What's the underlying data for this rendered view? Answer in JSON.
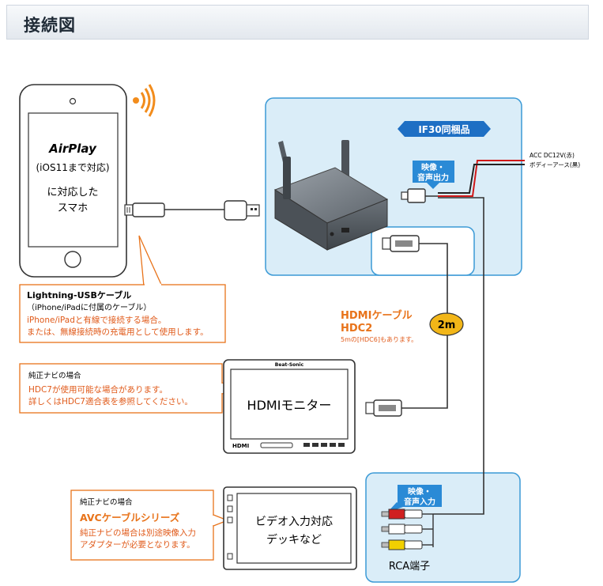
{
  "header": {
    "title": "接続図"
  },
  "phone": {
    "airplay": "AirPlay",
    "ios": "(iOS11まで対応)",
    "line1": "に対応した",
    "line2": "スマホ"
  },
  "lightning_box": {
    "title": "Lightning-USBケーブル",
    "sub": "（iPhone/iPadに付属のケーブル）",
    "note1": "iPhone/iPadと有線で接続する場合。",
    "note2": "または、無線接続時の充電用として使用します。"
  },
  "device": {
    "bundle_badge": "IF30同梱品",
    "out_line1": "映像・",
    "out_line2": "音声出力"
  },
  "power": {
    "acc": "ACC DC12V(赤)",
    "ground": "ボディーアース(黒)"
  },
  "hdmi_cable": {
    "title1": "HDMIケーブル",
    "title2": "HDC2",
    "note": "5mの[HDC6]もあります。",
    "length": "2m"
  },
  "hdmi_box": {
    "title": "純正ナビの場合",
    "note1": "HDC7が使用可能な場合があります。",
    "note2": "詳しくはHDC7適合表を参照してください。"
  },
  "monitor": {
    "brand": "Beat-Sonic",
    "label": "HDMIモニター",
    "logo": "HDMI"
  },
  "avc_box": {
    "title": "純正ナビの場合",
    "series": "AVCケーブルシリーズ",
    "note1": "純正ナビの場合は別途映像入力",
    "note2": "アダプターが必要となります。"
  },
  "deck": {
    "line1": "ビデオ入力対応",
    "line2": "デッキなど"
  },
  "rca": {
    "in_line1": "映像・",
    "in_line2": "音声入力",
    "label": "RCA端子"
  },
  "colors": {
    "accent_orange": "#e8731a",
    "note_orange": "#e05a1a",
    "panel_blue": "#daedf8",
    "badge_blue": "#1e6fc4",
    "power_red": "#d01818",
    "rca_yellow": "#f2d000",
    "rca_red": "#d02020"
  }
}
